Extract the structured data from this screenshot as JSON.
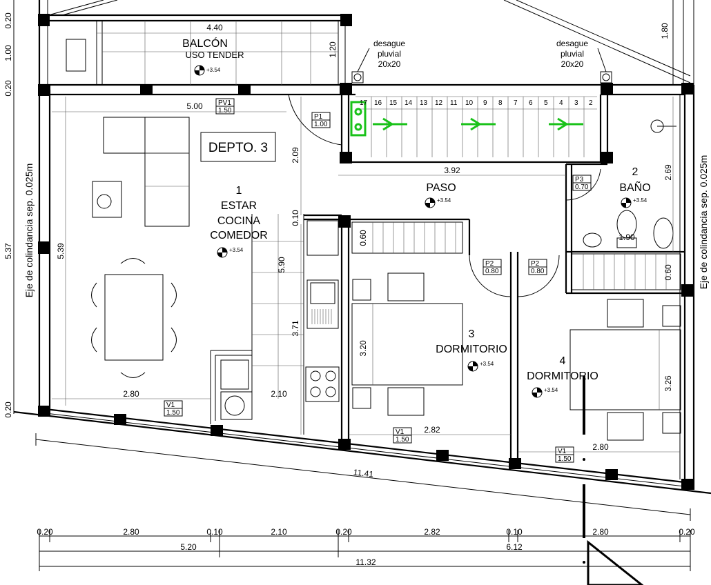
{
  "unit_title": "DEPTO. 3",
  "rooms": [
    {
      "number": "1",
      "lines": [
        "ESTAR",
        "COCINA",
        "COMEDOR"
      ],
      "level": "+3.54"
    },
    {
      "number": "2",
      "lines": [
        "BAÑO"
      ],
      "level": "+3.54"
    },
    {
      "number": "3",
      "lines": [
        "DORMITORIO"
      ],
      "level": "+3.54"
    },
    {
      "number": "4",
      "lines": [
        "DORMITORIO"
      ],
      "level": "+3.54"
    }
  ],
  "balcony": {
    "name": "BALCÓN",
    "subtitle": "USO TENDER",
    "level": "+3.54"
  },
  "hall": {
    "name": "PASO",
    "level": "+3.54"
  },
  "drains": [
    {
      "lines": [
        "desague",
        "pluvial",
        "20x20"
      ]
    },
    {
      "lines": [
        "desague",
        "pluvial",
        "20x20"
      ]
    }
  ],
  "side_labels": {
    "left": "Eje de colindancia sep. 0.025m",
    "right": "Eje de colindancia sep. 0.025m"
  },
  "stair_numbers": [
    "17",
    "16",
    "15",
    "14",
    "13",
    "12",
    "11",
    "10",
    "9",
    "8",
    "7",
    "6",
    "5",
    "4",
    "3",
    "2"
  ],
  "openings": [
    {
      "code": "PV1",
      "size": "1.50"
    },
    {
      "code": "P1",
      "size": "1.00"
    },
    {
      "code": "P3",
      "size": "0.70"
    },
    {
      "code": "P2",
      "size": "0.80"
    },
    {
      "code": "P2",
      "size": "0.80"
    },
    {
      "code": "V1",
      "size": "1.50"
    },
    {
      "code": "V1",
      "size": "1.50"
    },
    {
      "code": "V1",
      "size": "1.50"
    }
  ],
  "dims": {
    "balcony_width": "4.40",
    "balcony_depth": "1.20",
    "living_top": "5.00",
    "living_height": "5.39",
    "living_bottom": "2.80",
    "kitchen_width": "2.10",
    "kitchen_h1": "2.09",
    "kitchen_h2": "0.10",
    "kitchen_h3": "5.90",
    "kitchen_h4": "3.71",
    "hall_width": "3.92",
    "bath_height": "2.69",
    "closet3_depth": "0.60",
    "closet4_depth": "0.60",
    "bed3_height": "3.20",
    "bed3_width": "2.82",
    "bed4_height": "3.26",
    "bed4_width": "2.80",
    "bath_inner": "1.90",
    "top_right": "1.80",
    "left_total": "5.37",
    "left_a": "0.20",
    "left_b": "1.00",
    "left_c": "0.20",
    "left_d": "0.20",
    "diag_total": "11.41"
  },
  "bottom_dims": {
    "row1": [
      "0.20",
      "2.80",
      "0.10",
      "2.10",
      "0.20",
      "2.82",
      "0.10",
      "2.80",
      "0.20"
    ],
    "row2": [
      "5.20",
      "6.12"
    ],
    "row3": "11.32"
  },
  "colors": {
    "stroke": "#000000",
    "accent": "#19c219"
  }
}
